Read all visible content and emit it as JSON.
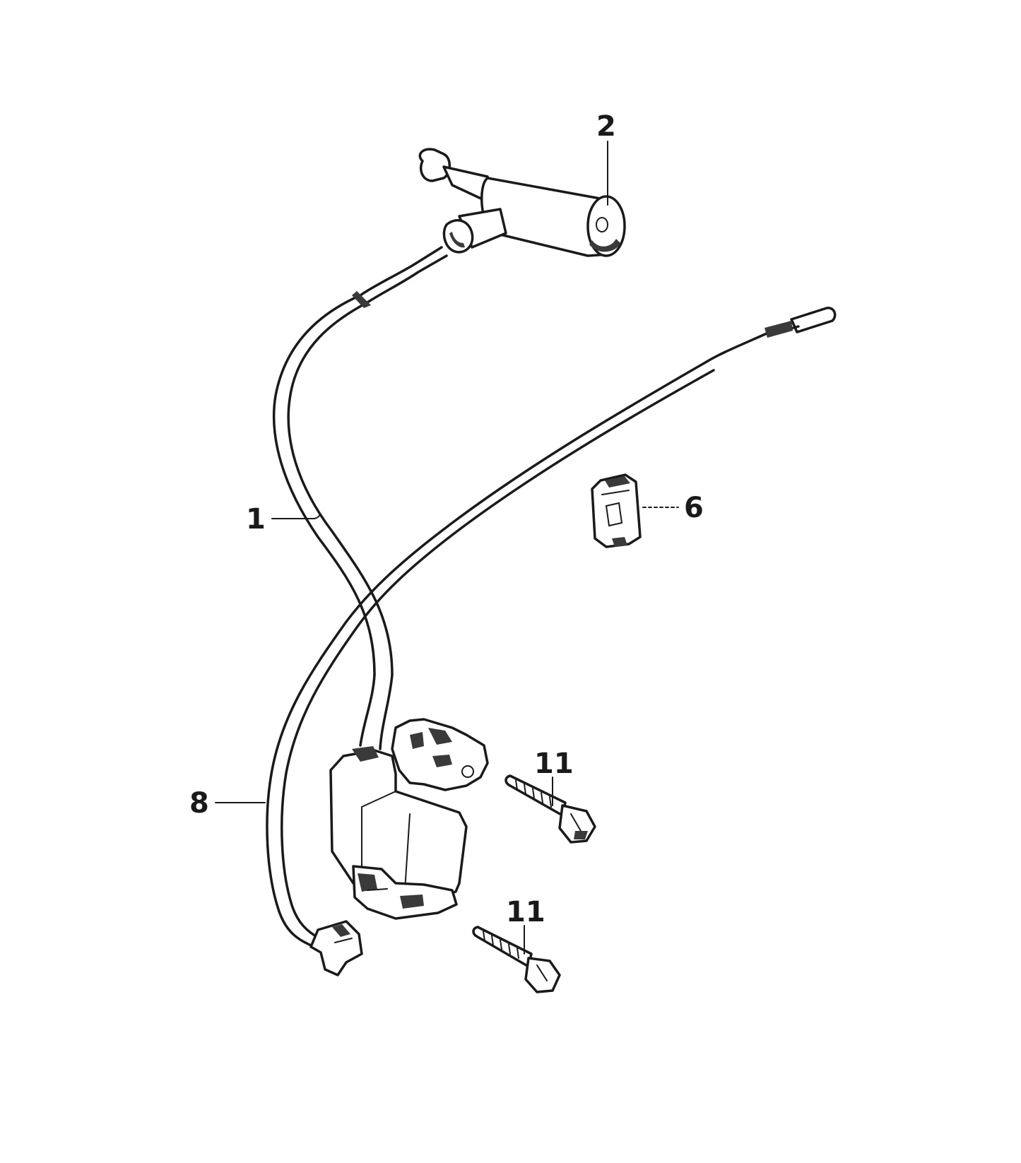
{
  "diagram": {
    "callouts": [
      {
        "id": "c1",
        "label": "1",
        "part": "ignition-high-tension-cable"
      },
      {
        "id": "c2",
        "label": "2",
        "part": "spark-plug-cap"
      },
      {
        "id": "c6",
        "label": "6",
        "part": "connector-clip"
      },
      {
        "id": "c8",
        "label": "8",
        "part": "stop-switch-wire"
      },
      {
        "id": "c11a",
        "label": "11",
        "part": "mounting-bolt-upper"
      },
      {
        "id": "c11b",
        "label": "11",
        "part": "mounting-bolt-lower"
      }
    ]
  },
  "colors": {
    "ink": "#1a1a1a",
    "paper": "#ffffff"
  }
}
